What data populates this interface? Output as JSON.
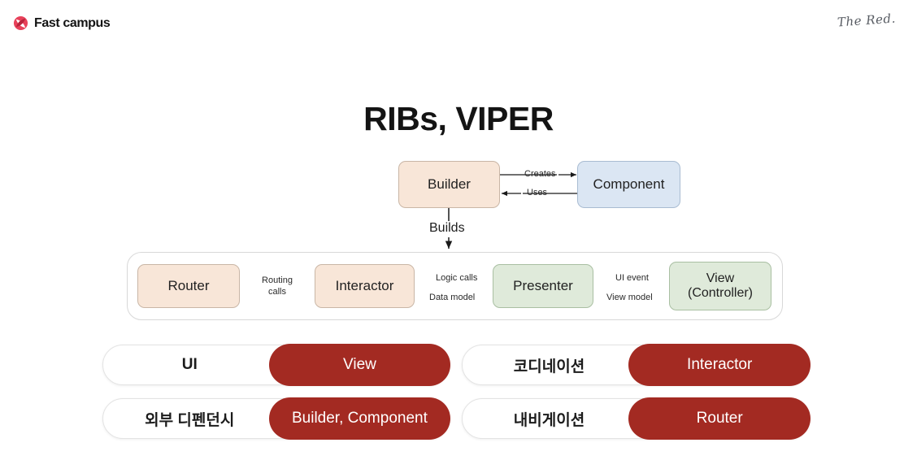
{
  "header": {
    "brand_name": "Fast campus",
    "brand_mark_icon": "fastcampus-logo-icon",
    "course_logo": "The Red."
  },
  "title": "RIBs, VIPER",
  "diagram": {
    "builder": {
      "label": "Builder",
      "fill": "#f8e6d8"
    },
    "component": {
      "label": "Component",
      "fill": "#dbe6f3"
    },
    "builder_component_edges": [
      {
        "label": "Creates",
        "direction": "right",
        "style": "solid"
      },
      {
        "label": "Uses",
        "direction": "left",
        "style": "solid"
      }
    ],
    "builds_label": "Builds",
    "viper": {
      "router": {
        "label": "Router",
        "fill": "#f8e6d8"
      },
      "interactor": {
        "label": "Interactor",
        "fill": "#f8e6d8"
      },
      "presenter": {
        "label": "Presenter",
        "fill": "#dfeada"
      },
      "view": {
        "label_line1": "View",
        "label_line2": "(Controller)",
        "fill": "#dfeada"
      },
      "edges": [
        {
          "label_line1": "Routing",
          "label_line2": "calls",
          "direction": "left",
          "style": "solid"
        },
        {
          "label": "Logic calls",
          "direction": "left",
          "style": "dashed"
        },
        {
          "label": "Data model",
          "direction": "right",
          "style": "solid"
        },
        {
          "label": "UI event",
          "direction": "left",
          "style": "dashed"
        },
        {
          "label": "View model",
          "direction": "right",
          "style": "solid"
        }
      ]
    }
  },
  "mapping_cards": [
    {
      "concept": "UI",
      "component": "View"
    },
    {
      "concept": "코디네이션",
      "component": "Interactor"
    },
    {
      "concept": "외부 디펜던시",
      "component": "Builder, Component"
    },
    {
      "concept": "내비게이션",
      "component": "Router"
    }
  ],
  "colors": {
    "accent_red": "#a32a22",
    "brand_red": "#e8415a",
    "peach": "#f8e6d8",
    "blue": "#dbe6f3",
    "green": "#dfeada"
  }
}
